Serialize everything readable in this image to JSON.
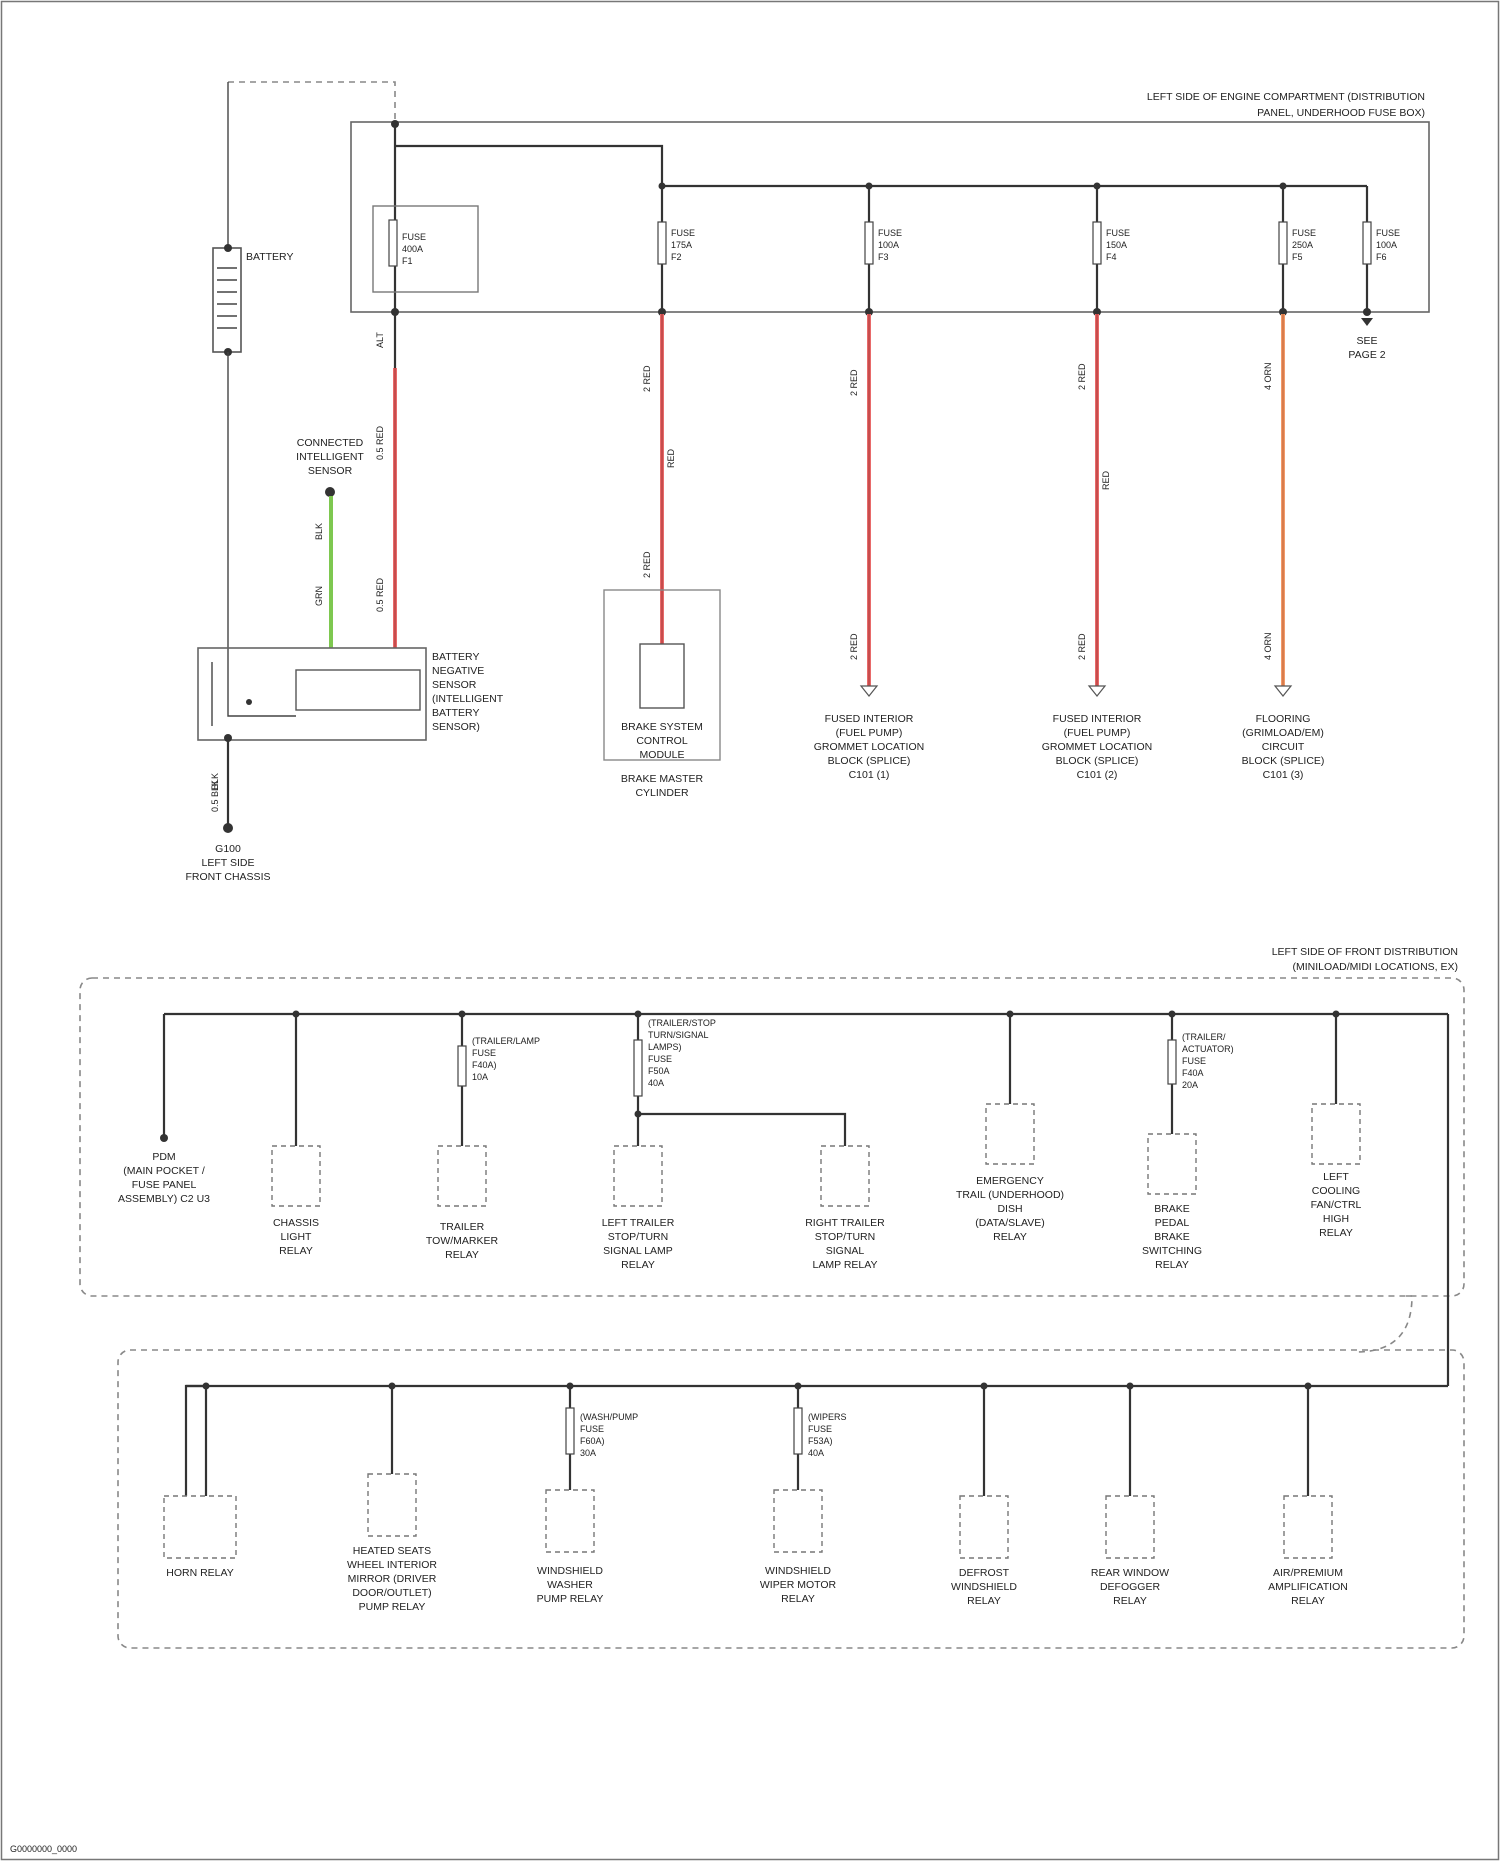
{
  "colors": {
    "power_wire": "#e86a6a",
    "ground_wire": "#7ec850",
    "wire": "#333333",
    "background": "#ffffff"
  },
  "top_section": {
    "title_line1": "LEFT SIDE OF ENGINE COMPARTMENT (DISTRIBUTION",
    "title_line2": "PANEL, UNDERHOOD FUSE BOX)",
    "main_fuse": [
      "FUSE",
      "400A",
      "F1"
    ],
    "battery_label": "BATTERY",
    "main_wire_size": "ALT",
    "main_wire_color_top": "0.5 RED",
    "main_wire_color_bottom": "0.5 RED",
    "sensor_label": [
      "CONNECTED",
      "INTELLIGENT",
      "SENSOR"
    ],
    "sensor_wire_a": "BLK",
    "sensor_wire_b": "GRN",
    "battery_sensor_label": [
      "BATTERY",
      "NEGATIVE",
      "SENSOR",
      "(INTELLIGENT",
      "BATTERY",
      "SENSOR)"
    ],
    "ground_wire": "BLK",
    "ground_wire_b": "0.5 BLK",
    "ground_label": [
      "G100",
      "LEFT SIDE",
      "FRONT CHASSIS"
    ],
    "branches": [
      {
        "fuse": [
          "FUSE",
          "175A",
          "F2"
        ],
        "wire_top": "2 RED",
        "wire_mid": "RED",
        "wire_bottom": "2 RED",
        "component": [
          "BRAKE SYSTEM",
          "CONTROL",
          "MODULE",
          "BRAKE MASTER",
          "CYLINDER"
        ]
      },
      {
        "fuse": [
          "FUSE",
          "100A",
          "F3"
        ],
        "wire_top": "2 RED",
        "wire_bottom": "2 RED",
        "component": [
          "FUSED INTERIOR",
          "(FUEL PUMP)",
          "GROMMET LOCATION",
          "BLOCK (SPLICE)",
          "C101 (1)"
        ]
      },
      {
        "fuse": [
          "FUSE",
          "150A",
          "F4"
        ],
        "wire_top": "2 RED",
        "wire_mid": "RED",
        "wire_bottom": "2 RED",
        "component": [
          "FUSED INTERIOR",
          "(FUEL PUMP)",
          "GROMMET LOCATION",
          "BLOCK (SPLICE)",
          "C101 (2)"
        ]
      },
      {
        "fuse": [
          "FUSE",
          "250A",
          "F5"
        ],
        "wire_top": "4 ORN",
        "wire_bottom": "4 ORN",
        "component": [
          "FLOORING",
          "(GRIMLOAD/EM)",
          "CIRCUIT",
          "BLOCK (SPLICE)",
          "C101 (3)"
        ]
      },
      {
        "fuse": [
          "FUSE",
          "100A",
          "F6"
        ],
        "component": [
          "SEE",
          "PAGE 2"
        ]
      }
    ]
  },
  "middle_section": {
    "title_line1": "LEFT SIDE OF FRONT DISTRIBUTION",
    "title_line2": "(MINILOAD/MIDI LOCATIONS, EX)",
    "items": [
      {
        "component": [
          "PDM",
          "(MAIN POCKET /",
          "FUSE PANEL",
          "ASSEMBLY) C2 U3"
        ],
        "fuse": []
      },
      {
        "component": [
          "CHASSIS",
          "LIGHT",
          "RELAY"
        ],
        "fuse": []
      },
      {
        "component": [
          "TRAILER",
          "TOW/MARKER",
          "RELAY"
        ],
        "fuse": [
          "(TRAILER/LAMP",
          "FUSE",
          "F40A)",
          "10A"
        ]
      },
      {
        "component": [
          "LEFT TRAILER",
          "STOP/TURN",
          "SIGNAL LAMP",
          "RELAY"
        ],
        "fuse": [
          "(TRAILER/STOP",
          "TURN/SIGNAL",
          "LAMPS)",
          "FUSE",
          "F50A",
          "40A"
        ]
      },
      {
        "component": [
          "RIGHT TRAILER",
          "STOP/TURN",
          "SIGNAL",
          "LAMP RELAY"
        ],
        "fuse": []
      },
      {
        "component": [
          "EMERGENCY",
          "TRAIL (UNDERHOOD)",
          "DISH",
          "(DATA/SLAVE)",
          "RELAY"
        ],
        "fuse": []
      },
      {
        "component": [
          "BRAKE",
          "PEDAL",
          "BRAKE",
          "SWITCHING",
          "RELAY"
        ],
        "fuse": [
          "(TRAILER/",
          "ACTUATOR)",
          "FUSE",
          "F40A",
          "20A"
        ]
      },
      {
        "component": [
          "LEFT",
          "COOLING",
          "FAN/CTRL",
          "HIGH",
          "RELAY"
        ],
        "fuse": []
      }
    ]
  },
  "bottom_section": {
    "items": [
      {
        "component": [
          "HORN RELAY"
        ],
        "fuse": []
      },
      {
        "component": [
          "HEATED SEATS",
          "WHEEL INTERIOR",
          "MIRROR (DRIVER",
          "DOOR/OUTLET)",
          "PUMP RELAY"
        ],
        "fuse": []
      },
      {
        "component": [
          "WINDSHIELD",
          "WASHER",
          "PUMP RELAY"
        ],
        "fuse": [
          "(WASH/PUMP",
          "FUSE",
          "F60A)",
          "30A"
        ]
      },
      {
        "component": [
          "WINDSHIELD",
          "WIPER MOTOR",
          "RELAY"
        ],
        "fuse": [
          "(WIPERS",
          "FUSE",
          "F53A)",
          "40A"
        ]
      },
      {
        "component": [
          "DEFROST",
          "WINDSHIELD",
          "RELAY"
        ],
        "fuse": []
      },
      {
        "component": [
          "REAR WINDOW",
          "DEFOGGER",
          "RELAY"
        ],
        "fuse": []
      },
      {
        "component": [
          "AIR/PREMIUM",
          "AMPLIFICATION",
          "RELAY"
        ],
        "fuse": []
      }
    ]
  },
  "footer": "G0000000_0000"
}
